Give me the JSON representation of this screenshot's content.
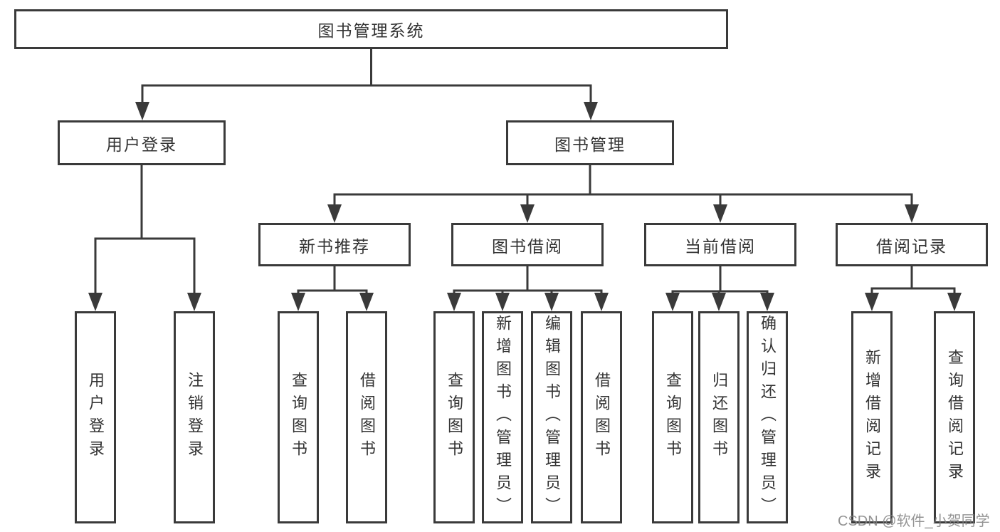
{
  "diagram": {
    "root": {
      "label": "图书管理系统"
    },
    "level2": [
      {
        "label": "用户登录"
      },
      {
        "label": "图书管理"
      }
    ],
    "level3": [
      {
        "label": "新书推荐"
      },
      {
        "label": "图书借阅"
      },
      {
        "label": "当前借阅"
      },
      {
        "label": "借阅记录"
      }
    ],
    "leaves": {
      "user_login_group": [
        "用户登录",
        "注销登录"
      ],
      "new_book_group": [
        "查询图书",
        "借阅图书"
      ],
      "book_borrow_group": [
        "查询图书",
        "新增图书（管理员）",
        "编辑图书（管理员）",
        "借阅图书"
      ],
      "current_borrow_group": [
        "查询图书",
        "归还图书",
        "确认归还（管理员）"
      ],
      "borrow_record_group": [
        "新增借阅记录",
        "查询借阅记录"
      ]
    }
  },
  "watermark": {
    "text": "CSDN @软件_小贺同学"
  },
  "colors": {
    "line": "#3a3a3a",
    "box_border": "#3a3a3a",
    "text": "#333333",
    "background": "#ffffff",
    "watermark": "#808080"
  }
}
